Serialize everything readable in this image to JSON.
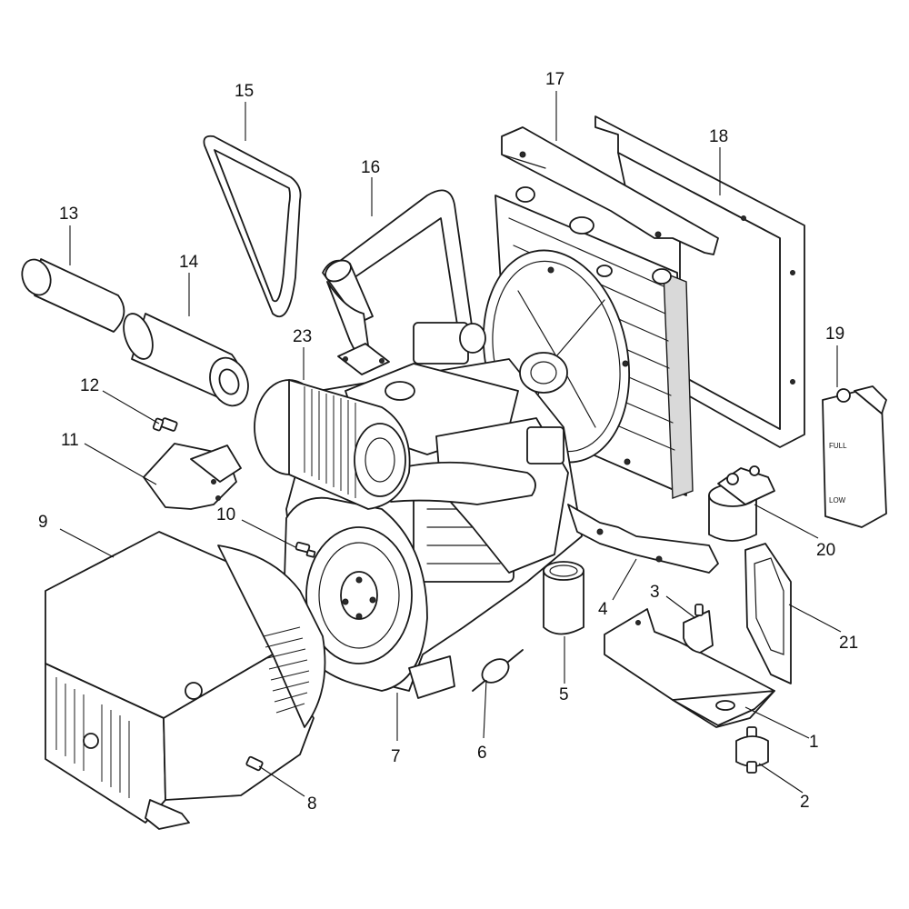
{
  "callouts": [
    {
      "id": "1",
      "label": "1"
    },
    {
      "id": "2",
      "label": "2"
    },
    {
      "id": "3",
      "label": "3"
    },
    {
      "id": "4",
      "label": "4"
    },
    {
      "id": "5",
      "label": "5"
    },
    {
      "id": "6",
      "label": "6"
    },
    {
      "id": "7",
      "label": "7"
    },
    {
      "id": "8",
      "label": "8"
    },
    {
      "id": "9",
      "label": "9"
    },
    {
      "id": "10",
      "label": "10"
    },
    {
      "id": "11",
      "label": "11"
    },
    {
      "id": "12",
      "label": "12"
    },
    {
      "id": "13",
      "label": "13"
    },
    {
      "id": "14",
      "label": "14"
    },
    {
      "id": "15",
      "label": "15"
    },
    {
      "id": "16",
      "label": "16"
    },
    {
      "id": "17",
      "label": "17"
    },
    {
      "id": "18",
      "label": "18"
    },
    {
      "id": "19",
      "label": "19"
    },
    {
      "id": "20",
      "label": "20"
    },
    {
      "id": "21",
      "label": "21"
    },
    {
      "id": "23",
      "label": "23"
    }
  ],
  "tank_marks": {
    "full": "FULL",
    "low": "LOW"
  }
}
